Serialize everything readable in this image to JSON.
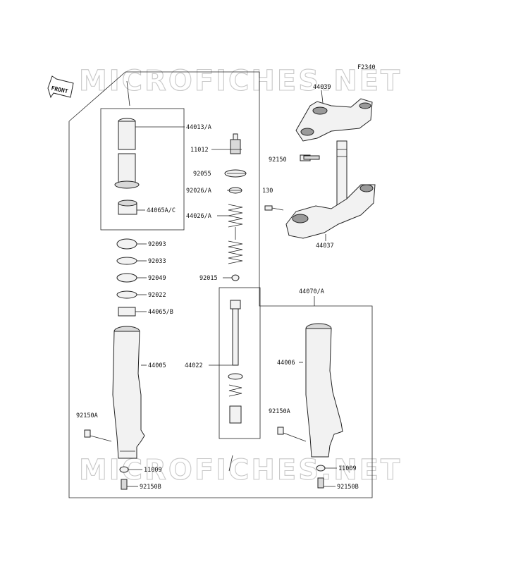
{
  "figure_code": "F2340",
  "front_arrow_label": "FRONT",
  "watermarks": [
    "MICROFICHES.NET",
    "MICROFICHES.NET"
  ],
  "labels": {
    "p44039": "44039",
    "p92150": "92150",
    "p130": "130",
    "p44037": "44037",
    "p44013A": "44013/A",
    "p11012": "11012",
    "p92055": "92055",
    "p92026A": "92026/A",
    "p44065AC": "44065A/C",
    "p44026A": "44026/A",
    "p92093": "92093",
    "p92033": "92033",
    "p92049": "92049",
    "p92015": "92015",
    "p92022": "92022",
    "p44065B": "44065/B",
    "p44070A": "44070/A",
    "p44005": "44005",
    "p44022": "44022",
    "p44006": "44006",
    "p92150A_l": "92150A",
    "p92150A_r": "92150A",
    "p11009_l": "11009",
    "p11009_r": "11009",
    "p92150B_l": "92150B",
    "p92150B_r": "92150B"
  },
  "colors": {
    "line": "#222222",
    "watermark": "#c8c8c8",
    "part_fill": "#d9d9d9"
  }
}
